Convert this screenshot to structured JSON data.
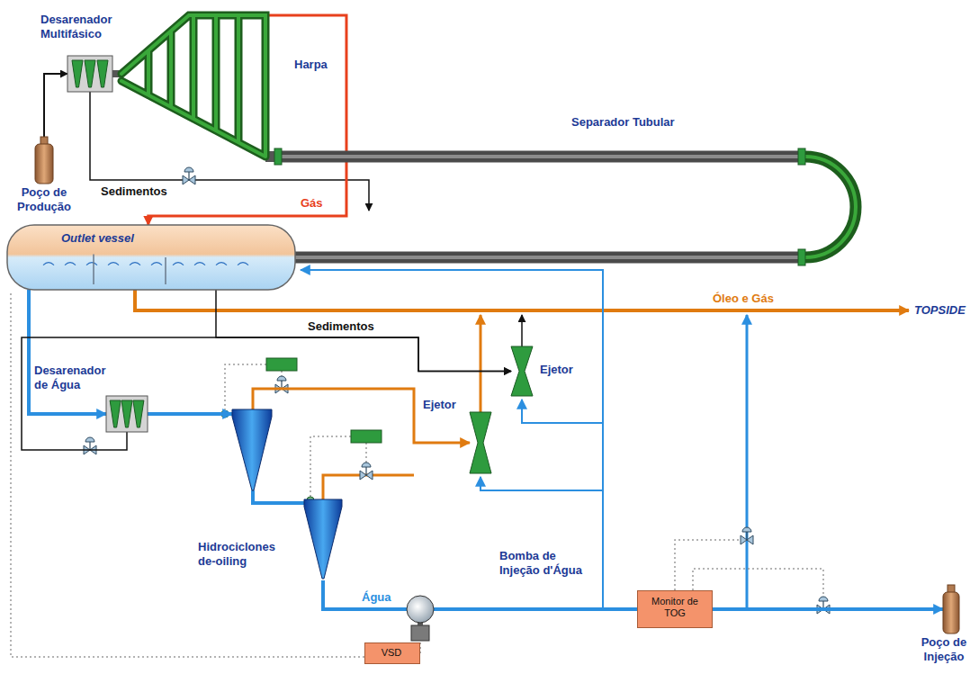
{
  "diagram": {
    "nodes": [
      {
        "text": [
          "Poço de Produção"
        ]
      },
      {
        "text": [
          "Desarenador Multifásico"
        ]
      },
      {
        "text": [
          "Harpa"
        ]
      },
      {
        "text": [
          "Separador Tubular"
        ]
      },
      {
        "text": [
          "Outlet vessel"
        ]
      },
      {
        "text": [
          "Desarenador de Água"
        ]
      },
      {
        "text": [
          "Hidrociclones de-oiling"
        ]
      },
      {
        "text": [
          "Ejetor"
        ]
      },
      {
        "text": [
          "Ejetor"
        ]
      },
      {
        "text": [
          "Bomba de Injeção d'Água"
        ]
      },
      {
        "text": [
          "Monitor de TOG"
        ]
      },
      {
        "text": [
          "VSD"
        ]
      },
      {
        "text": [
          "Poço de Injeção"
        ]
      }
    ],
    "edges": [
      {
        "from": 0,
        "to": 1,
        "arrow": "to"
      },
      {
        "from": 1,
        "to": 2,
        "arrow": "none"
      },
      {
        "from": 2,
        "to": 3,
        "arrow": "none"
      },
      {
        "from": 3,
        "to": 4,
        "arrow": "none"
      },
      {
        "from": 2,
        "to": 4,
        "label": "Gás",
        "arrow": "to"
      },
      {
        "from": 4,
        "to": 5,
        "arrow": "to"
      },
      {
        "from": 5,
        "to": 6,
        "arrow": "to"
      },
      {
        "from": 6,
        "to": 7,
        "arrow": "to"
      },
      {
        "from": 4,
        "to": 8,
        "label": "Sedimentos",
        "arrow": "to"
      },
      {
        "from": 5,
        "to": 8,
        "arrow": "to"
      },
      {
        "from": 6,
        "to": 9,
        "label": "Água",
        "arrow": "none"
      },
      {
        "from": 9,
        "to": 10,
        "arrow": "none"
      },
      {
        "from": 10,
        "to": 12,
        "arrow": "to"
      },
      {
        "from": 11,
        "to": 9,
        "arrow": "none"
      }
    ],
    "labels": [
      "Sedimentos",
      "Óleo e Gás",
      "TOPSIDE"
    ]
  }
}
